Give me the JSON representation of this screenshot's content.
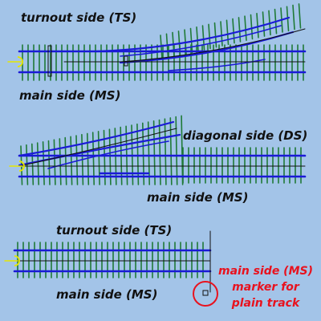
{
  "labels": {
    "top_turnout": "turnout side (TS)",
    "top_main": "main side (MS)",
    "middle_diagonal": "diagonal side (DS)",
    "middle_main": "main side (MS)",
    "bottom_turnout": "turnout side (TS)",
    "bottom_main": "main side (MS)",
    "marker_line1": "main side (MS)",
    "marker_line2": "marker for",
    "marker_line3": "plain track"
  },
  "colors": {
    "background": "#a3c4e8",
    "sleeper": "#1f7a36",
    "rail": "#1a1ad6",
    "thin_line": "#111111",
    "connector": "#e6e600",
    "marker": "#e8121e"
  }
}
